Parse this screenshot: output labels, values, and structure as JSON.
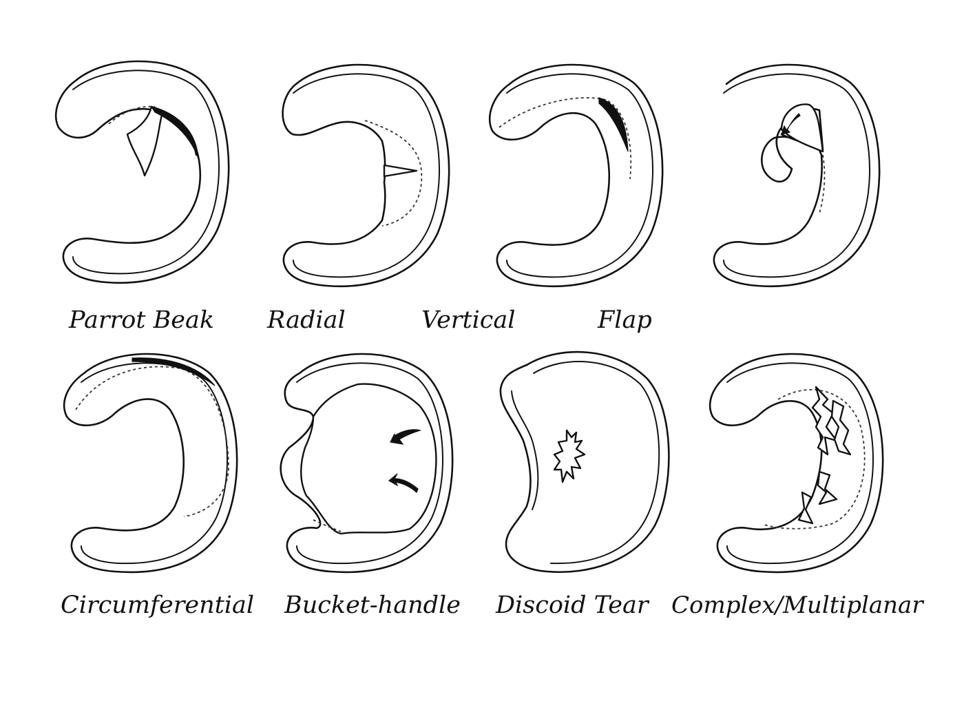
{
  "figure": {
    "row1": {
      "parrot_beak": "Parrot Beak",
      "radial": "Radial",
      "vertical": "Vertical",
      "flap": "Flap"
    },
    "row2": {
      "circumferential": "Circumferential",
      "bucket_handle": "Bucket-handle",
      "discoid_tear": "Discoid Tear",
      "complex_multiplanar": "Complex/Multiplanar"
    }
  }
}
